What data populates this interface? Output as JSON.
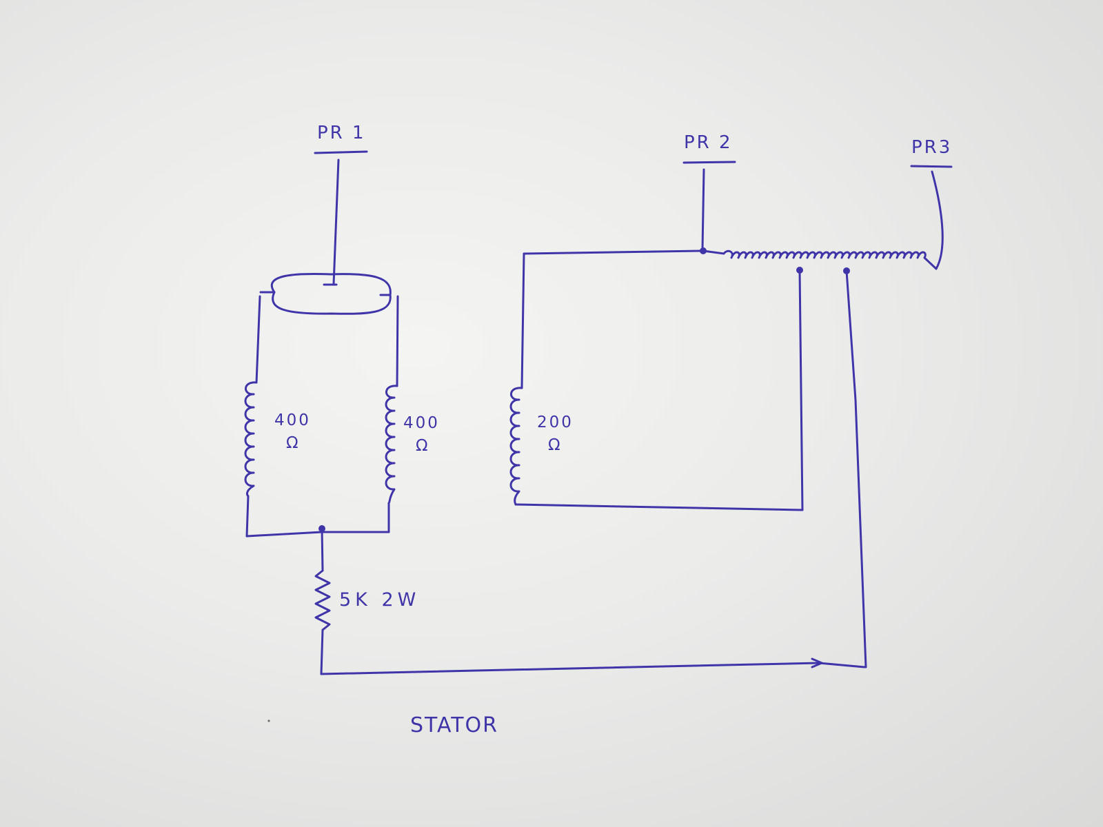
{
  "probes": {
    "pr1": "PR 1",
    "pr2": "PR 2",
    "pr3": "PR3"
  },
  "coils": {
    "left_value": "400",
    "left_unit": "Ω",
    "right_value": "400",
    "right_unit": "Ω",
    "third_value": "200",
    "third_unit": "Ω"
  },
  "resistor": {
    "label": "5K 2W"
  },
  "caption": "STATOR",
  "colors": {
    "ink": "#3f35a8",
    "paper": "#efefed"
  }
}
